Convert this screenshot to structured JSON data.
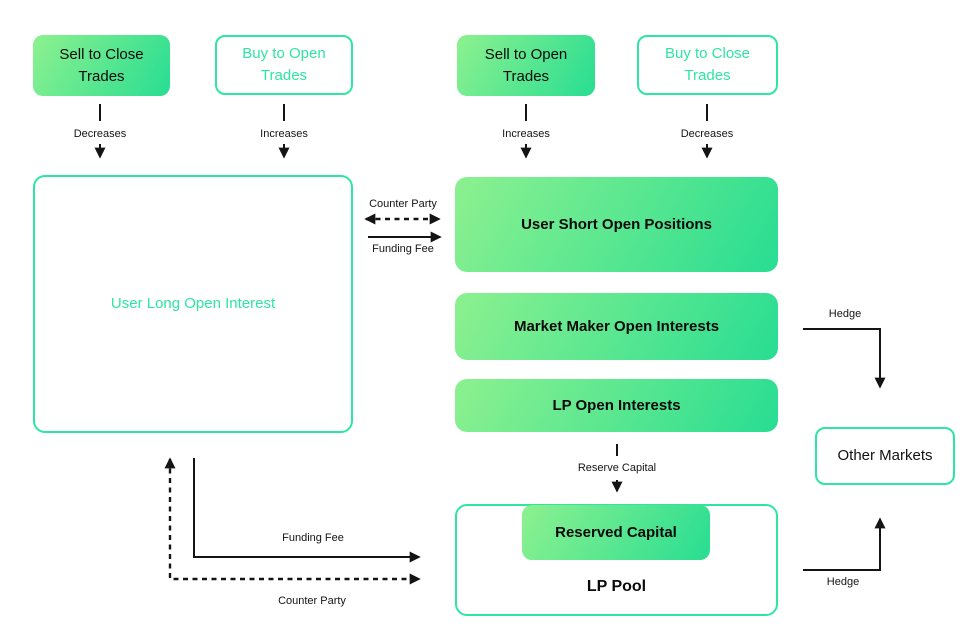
{
  "colors": {
    "accent": "#2ee6a1",
    "grad_a": "#8df18f",
    "grad_b": "#28dd92",
    "ink": "#141414",
    "bg": "#ffffff"
  },
  "top_flows": [
    {
      "box": "Sell to Close Trades",
      "flow": "Decreases"
    },
    {
      "box": "Buy to Open Trades",
      "flow": "Increases"
    },
    {
      "box": "Sell to Open Trades",
      "flow": "Increases"
    },
    {
      "box": "Buy to Close Trades",
      "flow": "Decreases"
    }
  ],
  "long_side": {
    "box": "User Long Open Interest"
  },
  "middle_links": {
    "counter_party": "Counter Party",
    "funding_fee": "Funding Fee"
  },
  "short_side": {
    "user_short": "User Short Open Positions",
    "market_maker": "Market Maker Open Interests",
    "lp_open": "LP Open Interests"
  },
  "reserve_flow_label": "Reserve Capital",
  "lp_pool": {
    "reserved_capital": "Reserved Capital",
    "title": "LP Pool"
  },
  "other_markets": "Other Markets",
  "hedge_links": {
    "top": "Hedge",
    "bottom": "Hedge"
  },
  "bottom_links": {
    "funding_fee": "Funding Fee",
    "counter_party": "Counter Party"
  }
}
